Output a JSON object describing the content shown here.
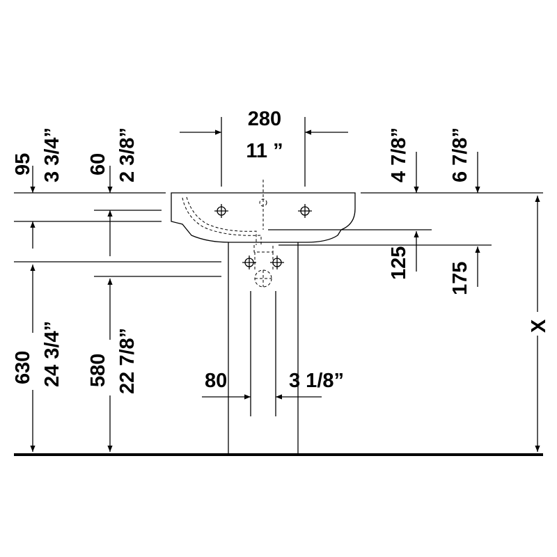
{
  "dimensions": {
    "top_width_mm": "280",
    "top_width_in": "11 ”",
    "left_top_offset_mm": "95",
    "left_top_offset_in": "3 3/4”",
    "left_rim_offset_mm": "60",
    "left_rim_offset_in": "2 3/8”",
    "right_offset_a_in": "4 7/8”",
    "right_offset_b_in": "6 7/8”",
    "right_drop_a_mm": "125",
    "right_drop_b_mm": "175",
    "height_a_mm": "630",
    "height_a_in": "24 3/4”",
    "height_b_mm": "580",
    "height_b_in": "22 7/8”",
    "drain_width_mm": "80",
    "drain_width_in": "3 1/8”",
    "total_height": "X"
  },
  "colors": {
    "line": "#000000",
    "background": "#ffffff"
  }
}
